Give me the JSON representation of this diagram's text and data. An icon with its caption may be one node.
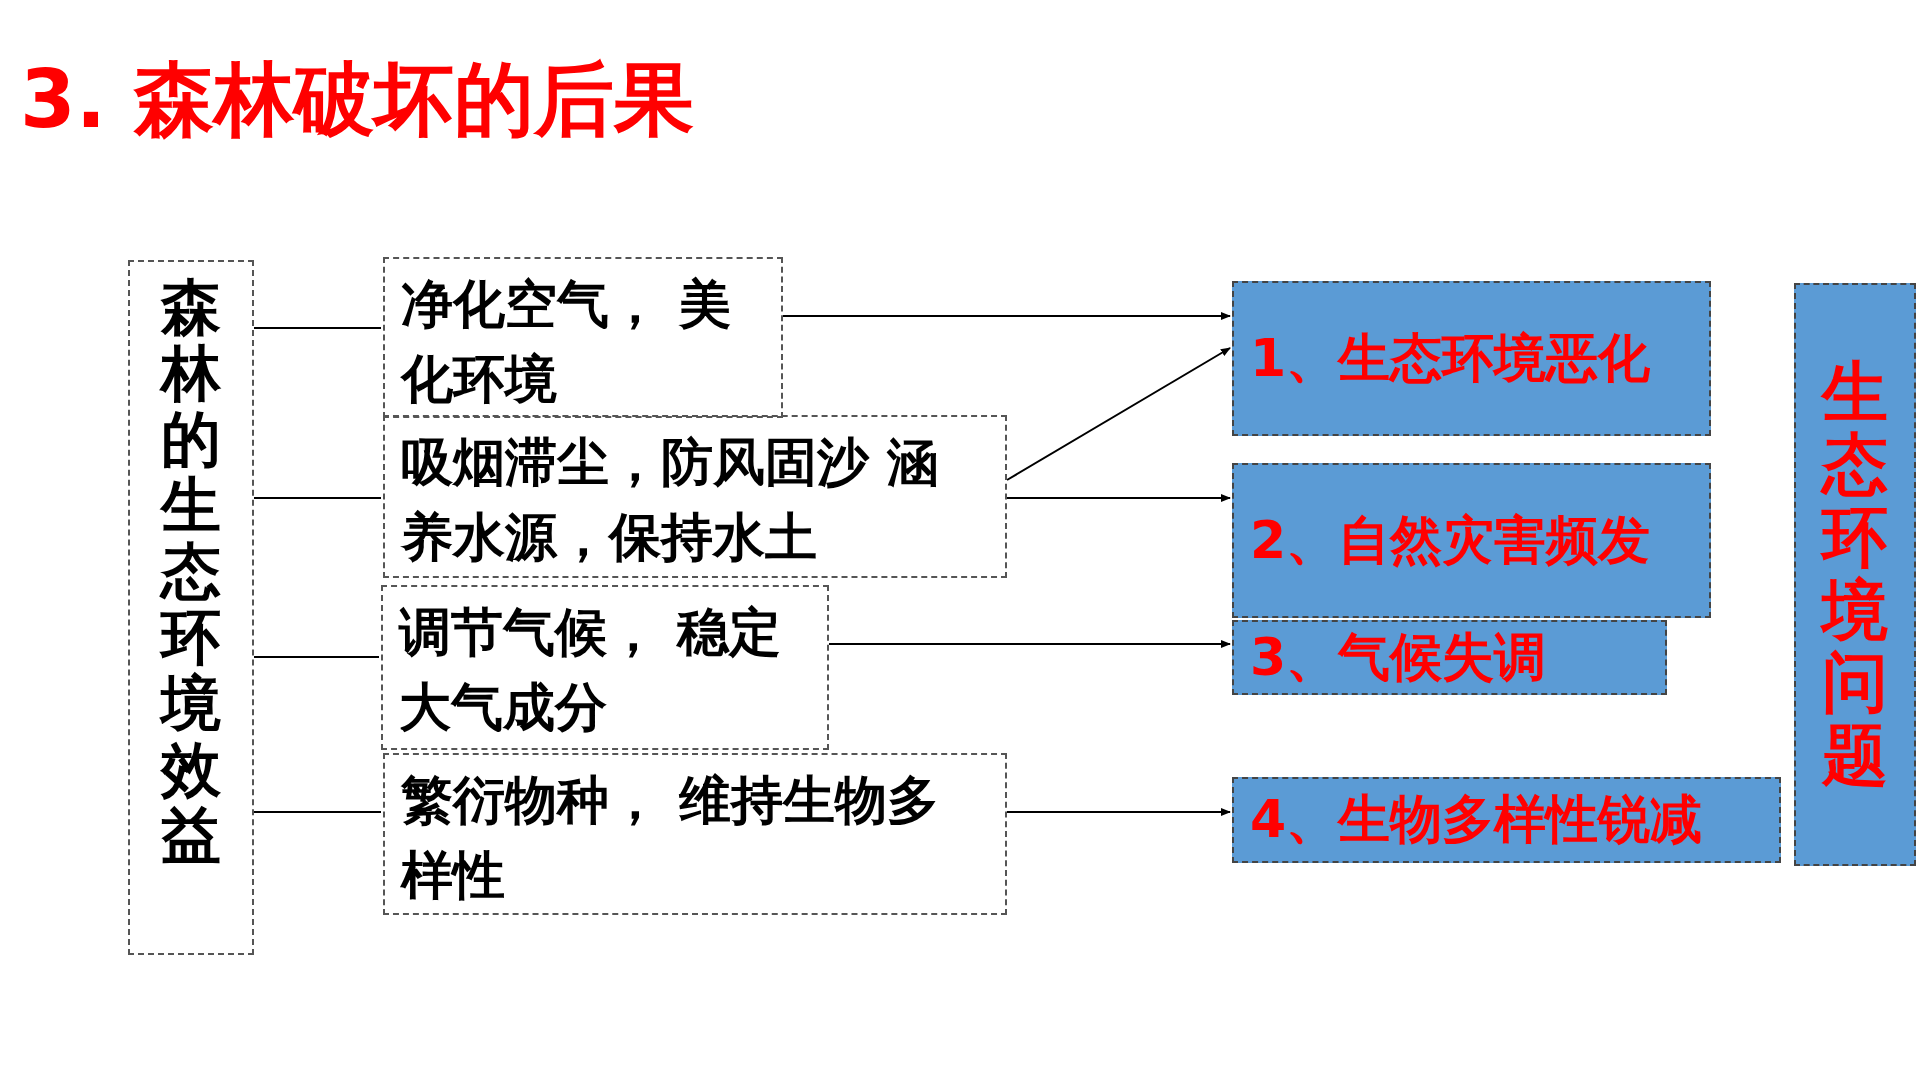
{
  "diagram": {
    "title": "3. 森林破坏的后果",
    "nodes": [
      {
        "text": [
          "森林的生态环境效益"
        ]
      },
      {
        "text": [
          "净化空气， 美化环境"
        ]
      },
      {
        "text": [
          "吸烟滞尘，防风固沙 涵养水源，保持水土"
        ]
      },
      {
        "text": [
          "调节气候， 稳定大气成分"
        ]
      },
      {
        "text": [
          "繁衍物种， 维持生物多样性"
        ]
      },
      {
        "text": [
          "1、生态环境恶化"
        ]
      },
      {
        "text": [
          "2、自然灾害频发"
        ]
      },
      {
        "text": [
          "3、气候失调"
        ]
      },
      {
        "text": [
          "4、生物多样性锐减"
        ]
      },
      {
        "text": [
          "生态环境问题"
        ]
      }
    ],
    "edges": [
      {
        "from": 0,
        "to": 1,
        "arrow": "none"
      },
      {
        "from": 0,
        "to": 2,
        "arrow": "none"
      },
      {
        "from": 0,
        "to": 3,
        "arrow": "none"
      },
      {
        "from": 0,
        "to": 4,
        "arrow": "none"
      },
      {
        "from": 1,
        "to": 5,
        "arrow": "to"
      },
      {
        "from": 2,
        "to": 5,
        "arrow": "to"
      },
      {
        "from": 2,
        "to": 6,
        "arrow": "to"
      },
      {
        "from": 3,
        "to": 7,
        "arrow": "to"
      },
      {
        "from": 4,
        "to": 8,
        "arrow": "to"
      }
    ]
  }
}
